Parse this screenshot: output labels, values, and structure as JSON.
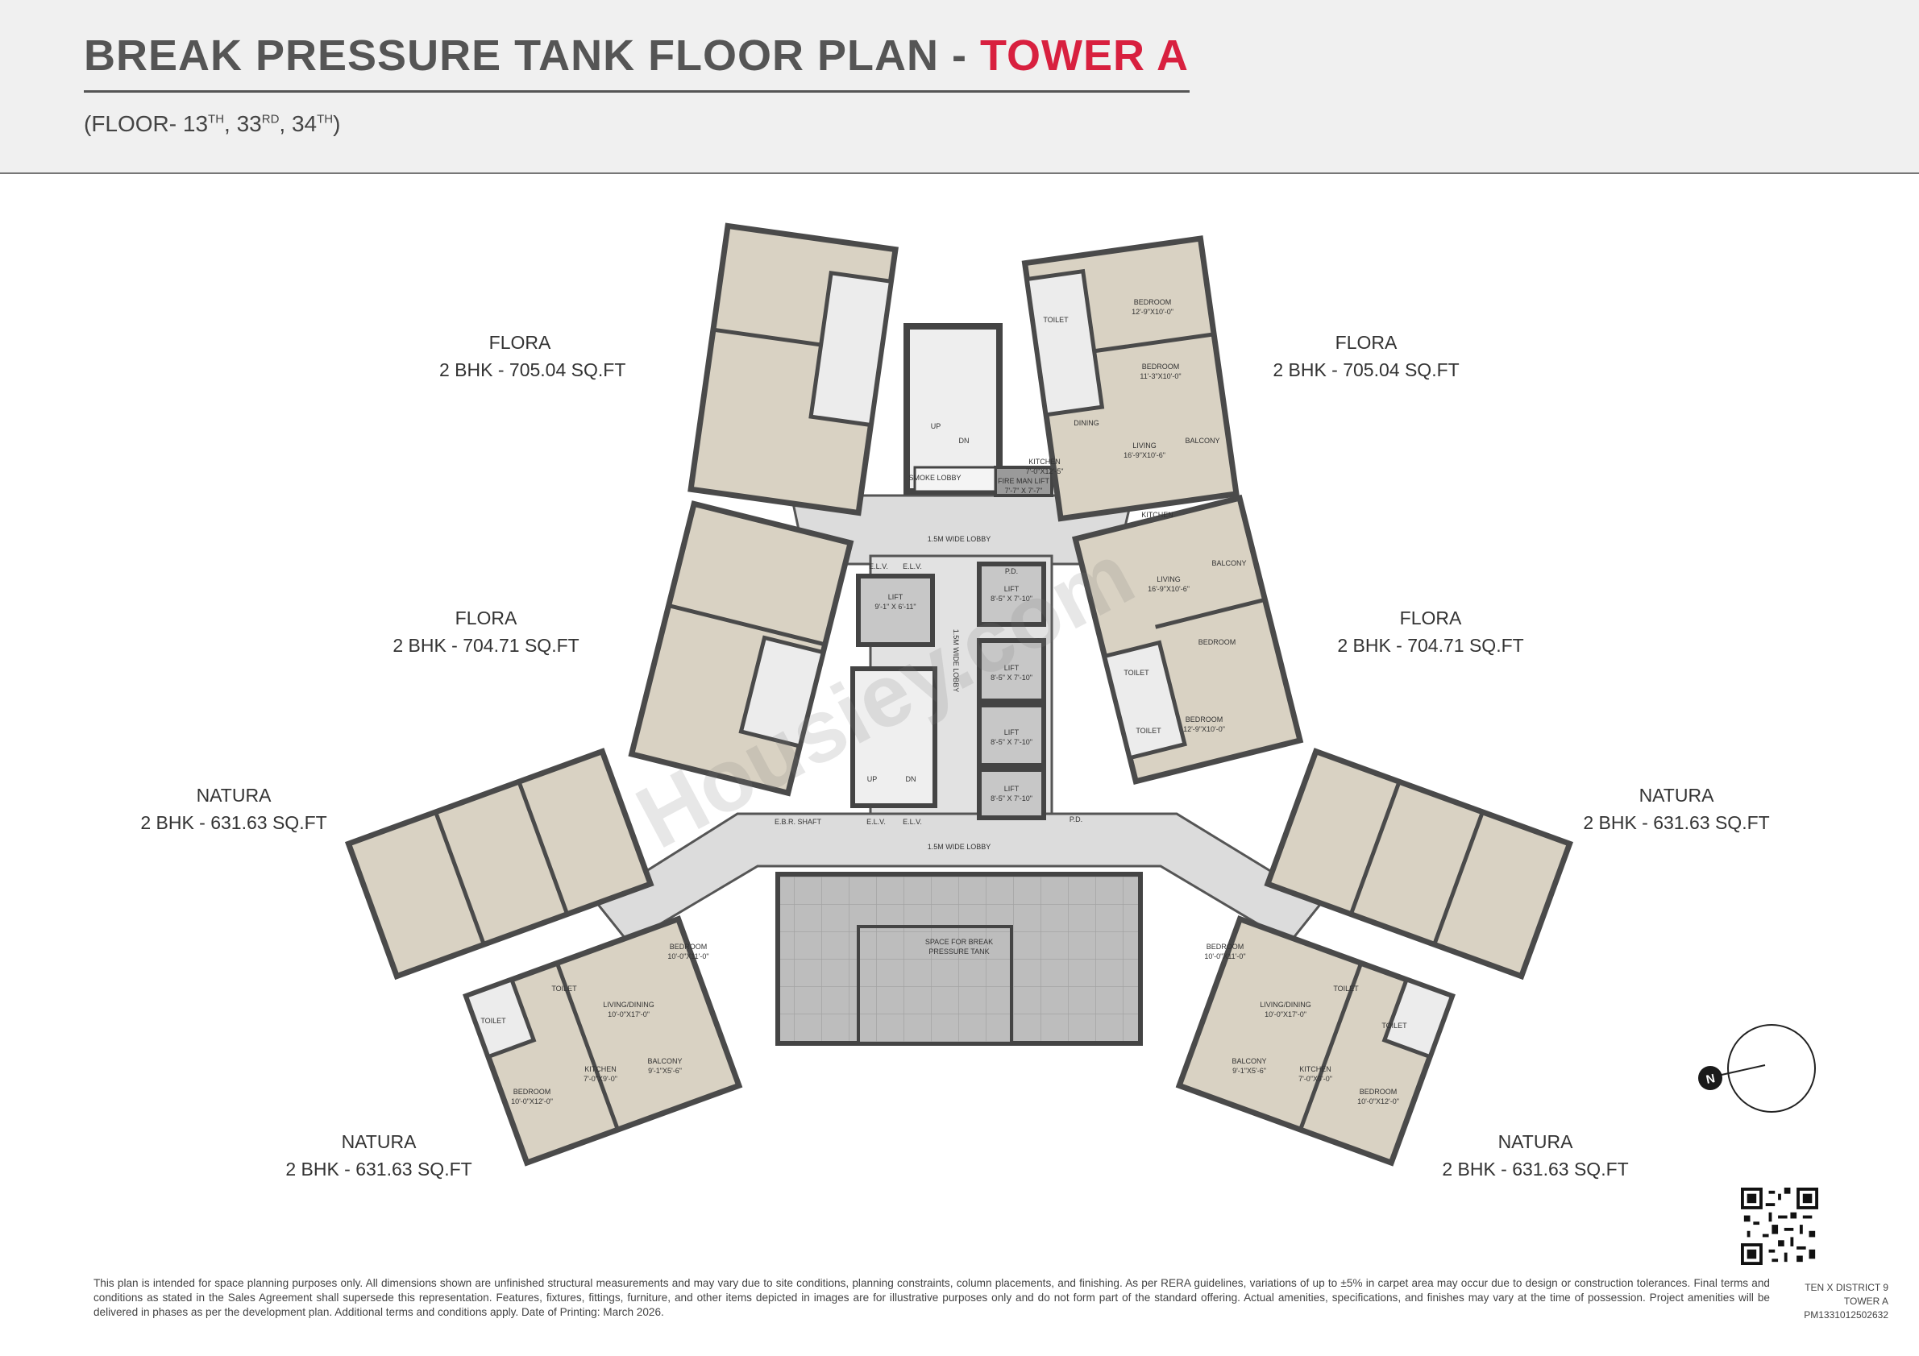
{
  "header": {
    "title_main": "BREAK PRESSURE TANK FLOOR PLAN - ",
    "title_accent": "TOWER A",
    "subtitle_prefix": "(FLOOR- 13",
    "sup1": "TH",
    "sep1": ", 33",
    "sup2": "RD",
    "sep2": ", 34",
    "sup3": "TH",
    "subtitle_suffix": ")"
  },
  "units": [
    {
      "name": "FLORA",
      "area": "2 BHK - 705.04 SQ.FT"
    },
    {
      "name": "FLORA",
      "area": "2 BHK - 705.04 SQ.FT"
    },
    {
      "name": "FLORA",
      "area": "2 BHK - 704.71 SQ.FT"
    },
    {
      "name": "FLORA",
      "area": "2 BHK - 704.71 SQ.FT"
    },
    {
      "name": "NATURA",
      "area": "2 BHK - 631.63 SQ.FT"
    },
    {
      "name": "NATURA",
      "area": "2 BHK - 631.63 SQ.FT"
    },
    {
      "name": "NATURA",
      "area": "2 BHK - 631.63 SQ.FT"
    },
    {
      "name": "NATURA",
      "area": "2 BHK - 631.63 SQ.FT"
    }
  ],
  "core_labels": {
    "lobby": "1.5M WIDE LOBBY",
    "lobby_vertical": "1.5M WIDE LOBBY",
    "tank": "SPACE FOR BREAK",
    "tank2": "PRESSURE TANK",
    "elv": "E.L.V.",
    "lift": "LIFT",
    "lift_small": "9'-1\" X 6'-11\"",
    "lift_size": "8'-5\" X 7'-10\"",
    "pd": "P.D.",
    "ebr": "E.B.R. SHAFT",
    "up": "UP",
    "dn": "DN",
    "smoke": "SMOKE LOBBY",
    "fireman": "FIRE MAN LIFT",
    "fireman_size": "7'-7\" X 7'-7\""
  },
  "rooms": {
    "bedroom": "BEDROOM",
    "toilet": "TOILET",
    "kitchen": "KITCHEN",
    "living": "LIVING",
    "dining": "DINING",
    "balcony": "BALCONY",
    "living_dining": "LIVING/DINING",
    "bed1": "12'-9\"X10'-0\"",
    "bed2": "11'-3\"X10'-0\"",
    "liv": "16'-9\"X10'-6\"",
    "kit": "7'-0\"X12'-5\"",
    "n_bed": "10'-0\"X11'-0\"",
    "n_liv": "10'-0\"X17'-0\"",
    "n_kit": "7'-0\"X9'-0\"",
    "n_bal": "9'-1\"X5'-6\"",
    "n_bed2": "10'-0\"X12'-0\""
  },
  "watermark": "Housiey.com",
  "disclaimer": "This plan is intended for space planning purposes only. All dimensions shown are unfinished structural measurements and may vary due to site conditions, planning constraints, column placements, and finishing. As per RERA guidelines, variations of up to ±5% in carpet area may occur due to design or construction tolerances. Final terms and conditions as stated in the Sales Agreement shall supersede this representation. Features, fixtures, fittings, furniture, and other items depicted in images are for illustrative purposes only and do not form part of the standard offering. Actual amenities, specifications, and finishes may vary at the time of possession. Project amenities will be delivered in phases as per the development plan. Additional terms and conditions apply. Date of Printing: March 2026.",
  "meta": {
    "line1": "TEN X DISTRICT 9",
    "line2": "TOWER A",
    "line3": "PM1331012502632"
  },
  "compass": {
    "label": "N"
  },
  "colors": {
    "accent": "#d8203f",
    "room": "#d9d2c3",
    "wall": "#4a4a4a",
    "lobby": "#dcdcdc",
    "tank": "#b9b9b9"
  }
}
